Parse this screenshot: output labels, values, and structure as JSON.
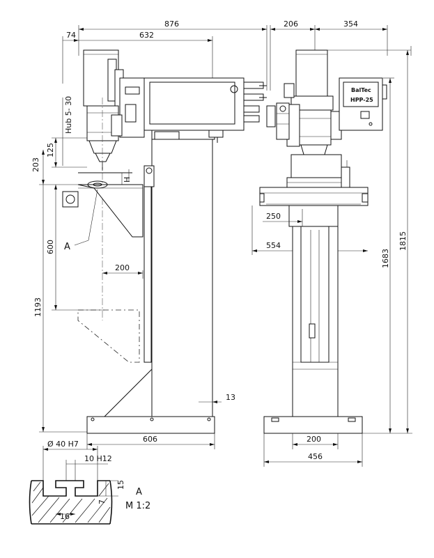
{
  "dimensions": {
    "overall_width": "876",
    "offset_left": "74",
    "arm_length": "632",
    "side_width_left": "206",
    "side_width_right": "354",
    "stroke": "Hub 5- 30",
    "dim_125": "125",
    "dim_203": "203",
    "dim_H": "H",
    "dim_200_reach": "200",
    "dim_600": "600",
    "dim_1193": "1193",
    "dim_13": "13",
    "base_width_front": "606",
    "table_slot_250": "250",
    "table_width_554": "554",
    "height_1683": "1683",
    "height_1815": "1815",
    "base_200_side": "200",
    "base_456_side": "456"
  },
  "detail": {
    "bore": "Ø 40 H7",
    "slot_width": "10 H12",
    "depth_15": "15",
    "depth_7": "7",
    "slot_16": "16",
    "view_label": "A",
    "scale_label": "M 1:2"
  },
  "labels": {
    "detail_marker": "A"
  },
  "control_panel": {
    "brand": "BalTec",
    "model": "HPP-25"
  }
}
